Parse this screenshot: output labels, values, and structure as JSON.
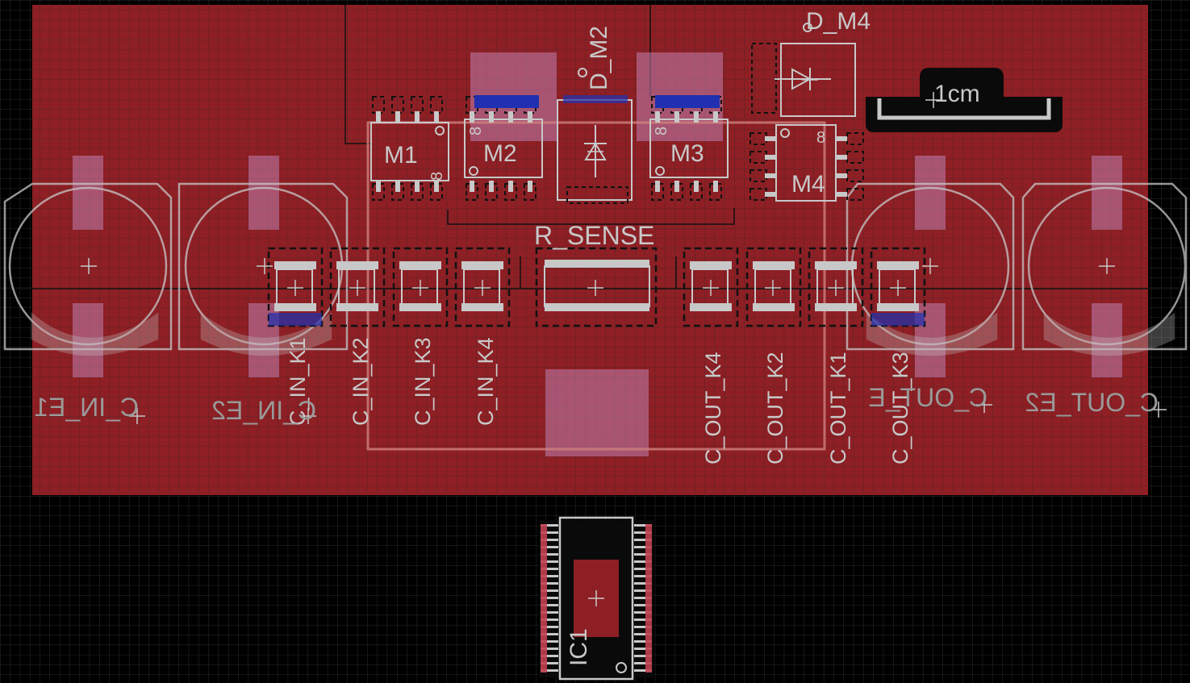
{
  "colors": {
    "background": "#000000",
    "grid": "#2a2a2a",
    "copper_top": "#8e1f24",
    "silk": "#c8c8c8",
    "pad_bottom": "#2030a0",
    "keepout": "#b070a0"
  },
  "scale_bar": {
    "label": "1cm"
  },
  "components": {
    "mosfets": [
      {
        "label": "M1",
        "pin": "8"
      },
      {
        "label": "M2",
        "pin": "8"
      },
      {
        "label": "M3",
        "pin": "8"
      },
      {
        "label": "M4",
        "pin": "8"
      }
    ],
    "diodes": [
      {
        "label": "D_M2"
      },
      {
        "label": "D_M4"
      }
    ],
    "resistor": {
      "label": "R_SENSE"
    },
    "input_ceramics": [
      "C_IN_K1",
      "C_IN_K2",
      "C_IN_K3",
      "C_IN_K4"
    ],
    "output_ceramics": [
      "C_OUT_K4",
      "C_OUT_K2",
      "C_OUT_K1",
      "C_OUT_K3"
    ],
    "electrolytics": [
      "C_IN_E1",
      "C_IN_E2",
      "C_OUT_E",
      "C_OUT_E2"
    ],
    "ic": {
      "label": "IC1"
    }
  }
}
